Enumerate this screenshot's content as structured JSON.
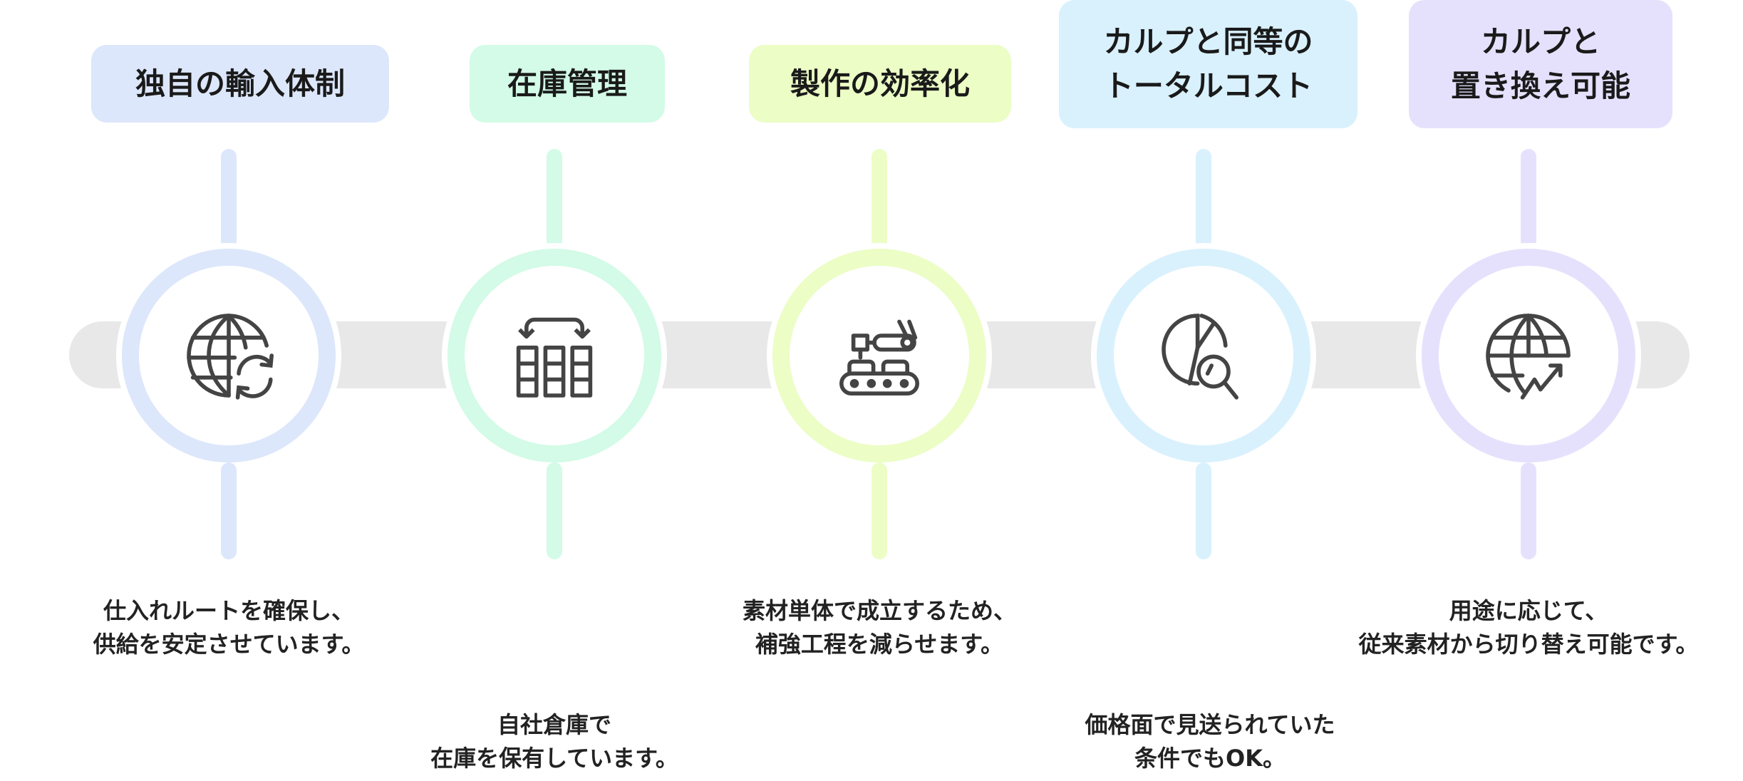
{
  "steps": [
    {
      "title": "独自の輸入体制",
      "icon": "globe-refresh-icon",
      "color": "#dde7fb",
      "desc": [
        "仕入れルートを確保し、",
        "供給を安定させています。"
      ]
    },
    {
      "title": "在庫管理",
      "icon": "inventory-shelves-icon",
      "color": "#d3fbe7",
      "desc": [
        "自社倉庫で",
        "在庫を保有しています。"
      ]
    },
    {
      "title": "製作の効率化",
      "icon": "conveyor-robot-icon",
      "color": "#ecfdc6",
      "desc": [
        "素材単体で成立するため、",
        "補強工程を減らせます。"
      ]
    },
    {
      "title": "カルプと同等の\nトータルコスト",
      "icon": "pie-chart-search-icon",
      "color": "#d9f1fd",
      "desc": [
        "価格面で見送られていた",
        "条件でもOK。"
      ]
    },
    {
      "title": "カルプと\n置き換え可能",
      "icon": "globe-growth-icon",
      "color": "#e5e1fd",
      "desc": [
        "用途に応じて、",
        "従来素材から切り替え可能です。"
      ]
    }
  ]
}
